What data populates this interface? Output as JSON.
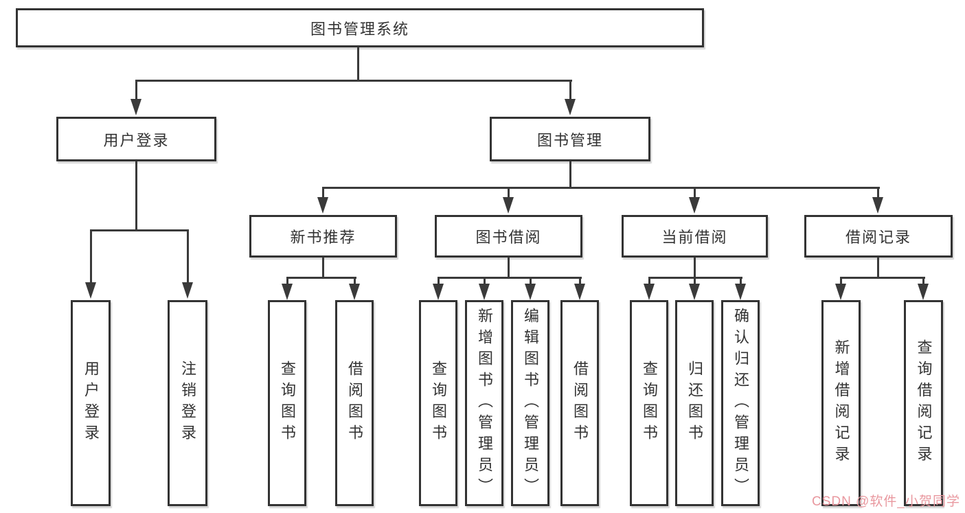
{
  "nodes": {
    "root": "图书管理系统",
    "user_login": "用户登录",
    "book_mgmt": "图书管理",
    "new_book_rec": "新书推荐",
    "book_borrow": "图书借阅",
    "current_borrow": "当前借阅",
    "borrow_record": "借阅记录",
    "ul_login": "用户登录",
    "ul_logout": "注销登录",
    "nb_query": "查询图书",
    "nb_borrow": "借阅图书",
    "bb_query": "查询图书",
    "bb_add": "新增图书（管理员）",
    "bb_edit": "编辑图书（管理员）",
    "bb_borrow": "借阅图书",
    "cb_query": "查询图书",
    "cb_return": "归还图书",
    "cb_confirm": "确认归还（管理员）",
    "br_add": "新增借阅记录",
    "br_query": "查询借阅记录"
  },
  "watermark": "CSDN @软件_小贺同学",
  "colors": {
    "line": "#3a3a3a",
    "text": "#333333",
    "watermark": "#e9989f",
    "background": "#ffffff"
  }
}
